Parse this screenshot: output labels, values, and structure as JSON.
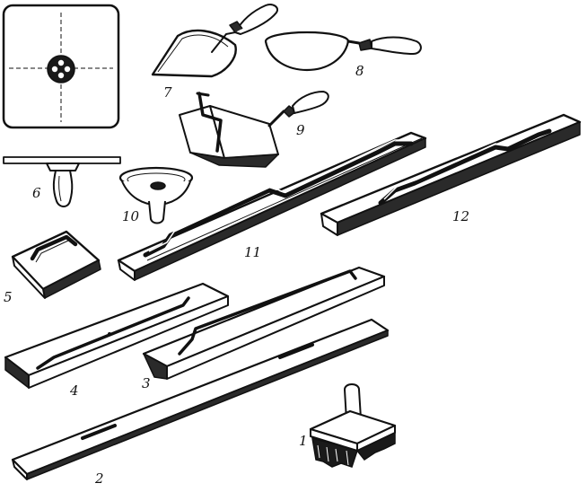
{
  "figure": {
    "labels": {
      "n1": "1",
      "n2": "2",
      "n3": "3",
      "n4": "4",
      "n5": "5",
      "n6": "6",
      "n7": "7",
      "n8": "8",
      "n9": "9",
      "n10": "10",
      "n11": "11",
      "n12": "12"
    }
  }
}
